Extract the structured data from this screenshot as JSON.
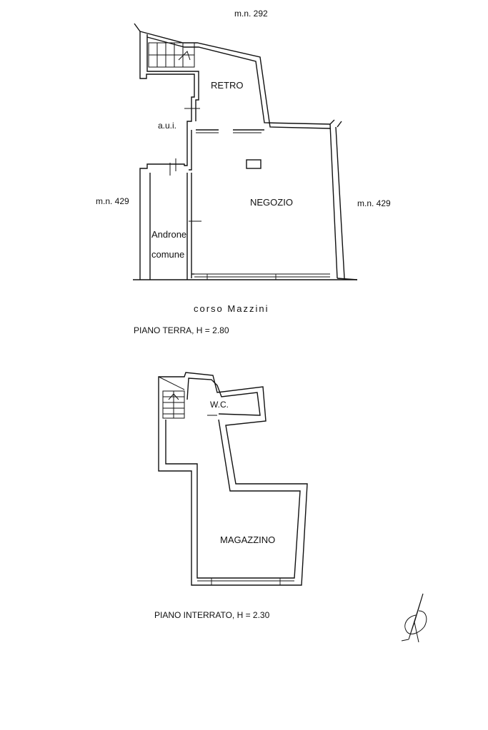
{
  "ground_floor": {
    "labels": {
      "mn_top": "m.n. 292",
      "mn_left": "m.n. 429",
      "mn_right": "m.n. 429",
      "retro": "RETRO",
      "aui": "a.u.i.",
      "negozio": "NEGOZIO",
      "androne_1": "Androne",
      "androne_2": "comune",
      "street": "corso Mazzini"
    },
    "caption": "PIANO TERRA, H = 2.80"
  },
  "basement": {
    "labels": {
      "wc": "W.C.",
      "magazzino": "MAGAZZINO"
    },
    "caption": "PIANO INTERRATO, H = 2.30"
  },
  "north_arrow": {
    "icon": "north-arrow-icon"
  }
}
